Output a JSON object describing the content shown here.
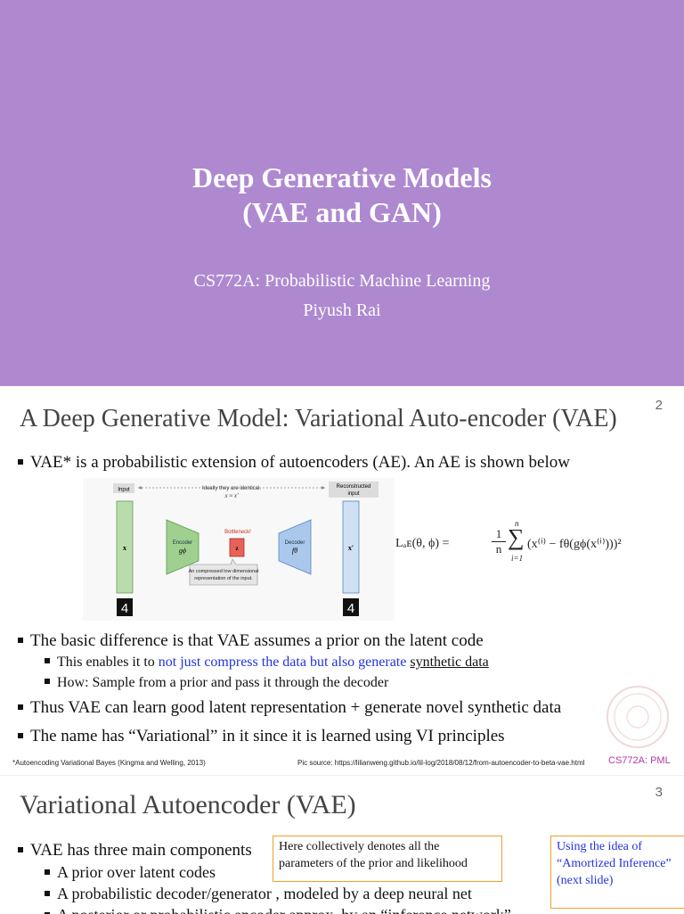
{
  "title_slide": {
    "title_line1": "Deep Generative Models",
    "title_line2": "(VAE and GAN)",
    "course": "CS772A: Probabilistic Machine Learning",
    "author": "Piyush Rai"
  },
  "slide2": {
    "heading": "A Deep Generative Model: Variational Auto-encoder (VAE)",
    "page_number": "2",
    "bullets": [
      "VAE* is a probabilistic extension of autoencoders (AE). An AE is shown below",
      "The basic difference is that VAE assumes a prior  on the latent code",
      "Thus VAE can learn good latent representation + generate novel synthetic data",
      "The name has “Variational” in it since it is learned  using VI principles"
    ],
    "sub_bullets": {
      "enables_prefix": "This enables it to ",
      "enables_blue": "not just compress the data but also generate ",
      "enables_underline": "synthetic data",
      "how": "How: Sample  from a prior and pass it through the decoder"
    },
    "diagram": {
      "input_label": "Input",
      "identical_label": "Ideally they are identical.",
      "approx_label": "x ≈ x′",
      "reconstructed_label_1": "Reconstructed",
      "reconstructed_label_2": "input",
      "x_label": "x",
      "x_prime_label": "x′",
      "encoder_label": "Encoder",
      "encoder_fn": "gϕ",
      "bottleneck_label": "Bottleneck!",
      "z_label": "z",
      "decoder_label": "Decoder",
      "decoder_fn": "fθ",
      "note_line1": "An compressed low dimensional",
      "note_line2": "representation of the input.",
      "digit": "4"
    },
    "formula": {
      "lhs": "Lₐᴇ(θ, ϕ) =",
      "frac_num": "1",
      "frac_den": "n",
      "sum_top": "n",
      "sum_bot": "i=1",
      "rhs": "(x⁽ⁱ⁾ − fθ(gϕ(x⁽ⁱ⁾)))²"
    },
    "footnote_left": "*Autoencoding Variational Bayes (Kingma and Welling, 2013)",
    "footnote_right": "Pic source: https://lilianweng.github.io/lil-log/2018/08/12/from-autoencoder-to-beta-vae.html",
    "course_tag": "CS772A: PML"
  },
  "slide3": {
    "heading": "Variational Autoencoder (VAE)",
    "page_number": "3",
    "bullets": [
      "VAE has three main components",
      "A prior  over latent codes",
      "A probabilistic decoder/generator , modeled by a deep neural net",
      "A posterior or probabilistic encoder  approx. by an “inference network”"
    ],
    "callout_params": "Here  collectively denotes all the parameters of the prior and likelihood",
    "callout_amortized": "Using the idea of “Amortized Inference” (next slide)"
  },
  "colors": {
    "title_bg": "#ae89d0",
    "accent_blue": "#2233dd",
    "callout_border": "#f0a030",
    "encoder_green": "#9fd08f",
    "decoder_blue": "#a9c8ec",
    "bottleneck_red": "#e8625a",
    "course_tag": "#b03aa6"
  }
}
